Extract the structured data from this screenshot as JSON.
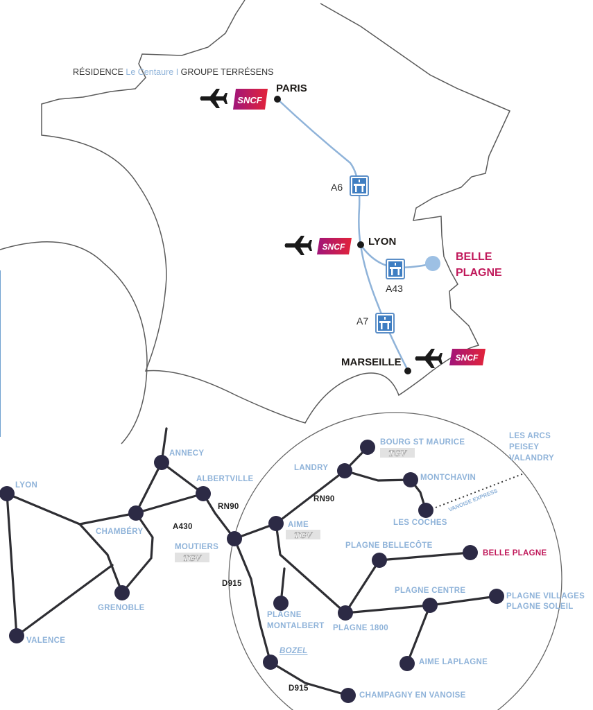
{
  "header": {
    "part1": "RÉSIDENCE ",
    "part2": "Le Centaure",
    "part3": " I ",
    "part4": "GROUPE TERRÉSENS"
  },
  "france": {
    "cities": {
      "paris": "PARIS",
      "lyon": "LYON",
      "marseille": "MARSEILLE"
    },
    "destination": {
      "line1": "BELLE",
      "line2": "PLAGNE"
    },
    "highways": {
      "a6": "A6",
      "a43": "A43",
      "a7": "A7"
    },
    "sncf": "SNCF"
  },
  "network": {
    "lyon": "LYON",
    "annecy": "ANNECY",
    "albertville": "ALBERTVILLE",
    "chambery": "CHAMBÉRY",
    "grenoble": "GRENOBLE",
    "valence": "VALENCE",
    "a430": "A430",
    "rn90_1": "RN90",
    "rn90_2": "RN90",
    "moutiers": "MOUTIERS",
    "d915_1": "D915",
    "d915_2": "D915",
    "landry": "LANDRY",
    "bourg": "BOURG ST MAURICE",
    "montchavin": "MONTCHAVIN",
    "les_coches": "LES COCHES",
    "les_arcs_1": "LES ARCS",
    "les_arcs_2": "PEISEY",
    "les_arcs_3": "VALANDRY",
    "vanoise": "VANOISE EXPRESS",
    "aime": "AIME",
    "plagne_bellecote": "PLAGNE BELLECÔTE",
    "belle_plagne": "BELLE PLAGNE",
    "plagne_centre": "PLAGNE CENTRE",
    "plagne_villages_1": "PLAGNE VILLAGES",
    "plagne_villages_2": "PLAGNE SOLEIL",
    "plagne_montalbert_1": "PLAGNE",
    "plagne_montalbert_2": "MONTALBERT",
    "plagne_1800": "PLAGNE 1800",
    "aime_laplagne": "AIME LAPLAGNE",
    "bozel": "BOZEL",
    "champagny": "CHAMPAGNY EN VANOISE",
    "tgv": "TGV"
  },
  "colors": {
    "route_blue": "#8fb3d9",
    "destination_pink": "#c0185a",
    "node_dark": "#2c2a45",
    "sncf_gradient": [
      "#b0166a",
      "#e0243e"
    ]
  }
}
